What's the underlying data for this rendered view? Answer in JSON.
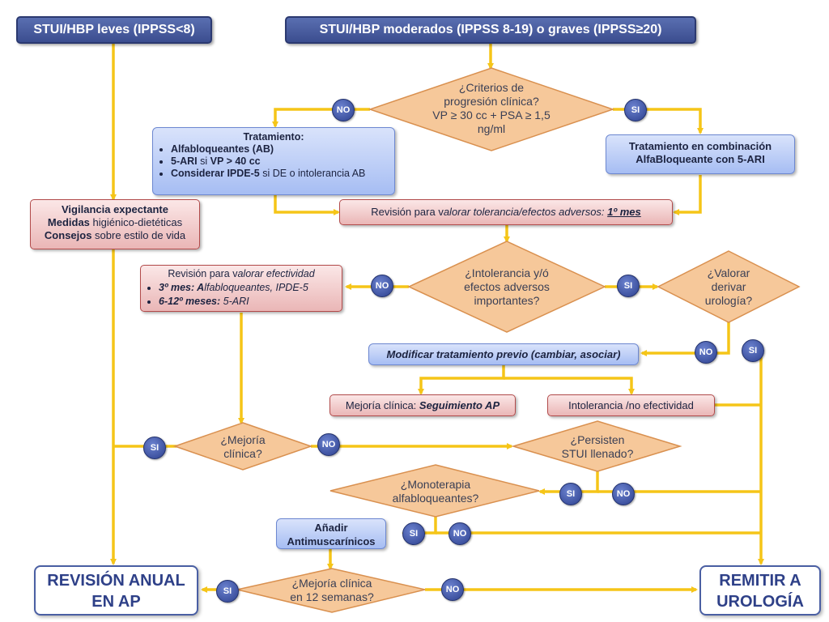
{
  "colors": {
    "arrow": "#f5c518",
    "diamond_fill": "#f6c89a",
    "diamond_stroke": "#d9904f",
    "header": "#3b4d8f"
  },
  "headers": {
    "mild": "STUI/HBP leves (IPPSS<8)",
    "moderate": "STUI/HBP moderados (IPPSS 8-19) o graves (IPPSS≥20)"
  },
  "decisions": {
    "progression": [
      "¿Criterios de",
      "progresión clínica?",
      "VP ≥ 30 cc + PSA ≥ 1,5",
      "ng/ml"
    ],
    "intolerance": [
      "¿Intolerancia y/ó",
      "efectos adversos",
      "importantes?"
    ],
    "refer": [
      "¿Valorar",
      "derivar",
      "urología?"
    ],
    "improvement": [
      "¿Mejoría",
      "clínica?"
    ],
    "persist": [
      "¿Persisten",
      "STUI llenado?"
    ],
    "monotherapy": [
      "¿Monoterapia",
      "alfabloqueantes?"
    ],
    "improvement12": [
      "¿Mejoría clínica",
      "en 12 semanas?"
    ]
  },
  "treatment": {
    "title": "Tratamiento:",
    "item1": "Alfabloqueantes (AB)",
    "item2_a": "5-ARI",
    "item2_b": " si ",
    "item2_c": "VP > 40 cc",
    "item3_a": "Considerar IPDE-5",
    "item3_b": " si DE o intolerancia AB"
  },
  "combination": {
    "line1": "Tratamiento en combinación",
    "line2": "AlfaBloqueante con 5-ARI"
  },
  "watch": {
    "line1": "Vigilancia expectante",
    "line2_a": "Medidas",
    "line2_b": " higiénico-dietéticas",
    "line3_a": "Consejos",
    "line3_b": " sobre estilo de vida"
  },
  "review_tolerance": {
    "prefix": "Revisión para v",
    "italic": "alorar tolerancia/efectos adversos: ",
    "bold": "1º mes"
  },
  "review_effect": {
    "prefix": "Revisión para v",
    "italic": "alorar efectividad",
    "item1_a": "3º mes: A",
    "item1_b": "lfabloqueantes",
    "item1_c": ", IPDE-5",
    "item2_a": "6-12º meses:",
    "item2_b": " 5-ARI"
  },
  "modify": "Modificar tratamiento previo (cambiar, asociar)",
  "improve_ap": {
    "prefix": "Mejoría clínica: ",
    "bold": "Seguimiento AP"
  },
  "intolerance_box": "Intolerancia /no efectividad",
  "antimusc": {
    "line1": "Añadir",
    "line2": "Antimuscarínicos"
  },
  "annual": {
    "line1": "REVISIÓN ANUAL",
    "line2": "EN AP"
  },
  "refer_box": {
    "line1": "REMITIR A",
    "line2": "UROLOGÍA"
  },
  "labels": {
    "no": "NO",
    "si": "SI"
  }
}
